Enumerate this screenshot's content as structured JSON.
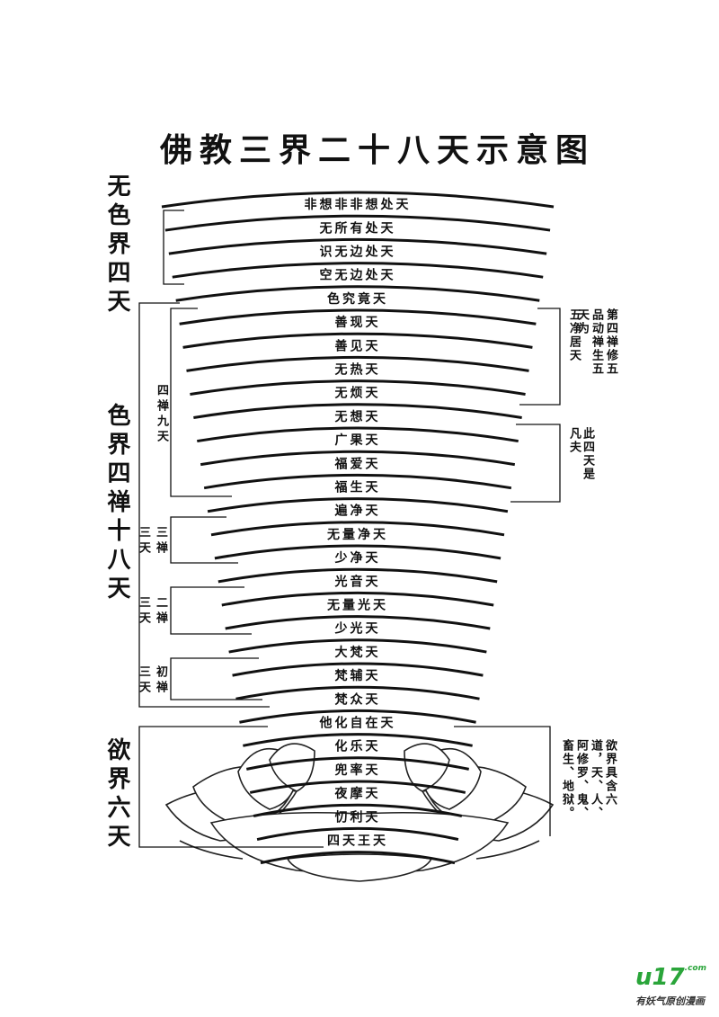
{
  "title": "佛教三界二十八天示意图",
  "realms": {
    "formless": "无色界四天",
    "form": "色界四禅十八天",
    "desire": "欲界六天"
  },
  "heavens": [
    "非想非非想处天",
    "无所有处天",
    "识无边处天",
    "空无边处天",
    "色究竟天",
    "善现天",
    "善见天",
    "无热天",
    "无烦天",
    "无想天",
    "广果天",
    "福爱天",
    "福生天",
    "遍净天",
    "无量净天",
    "少净天",
    "光音天",
    "无量光天",
    "少光天",
    "大梵天",
    "梵辅天",
    "梵众天",
    "他化自在天",
    "化乐天",
    "兜率天",
    "夜摩天",
    "忉利天",
    "四天王天"
  ],
  "dhyana_labels": {
    "fourth": "四禅九天",
    "third": "三禅三天",
    "second": "二禅三天",
    "first": "初禅三天"
  },
  "notes": {
    "pure_abodes_title": "五净居天",
    "pure_abodes": "第四禅修五品动禅生五天为",
    "mortal_title": "凡夫",
    "mortal": "此四天是",
    "desire": "欲界具含六道，天、人、阿修罗、鬼、畜生、地狱。"
  },
  "logo": {
    "brand": "u17",
    "domain": ".com",
    "slogan": "有妖气原创漫画"
  }
}
